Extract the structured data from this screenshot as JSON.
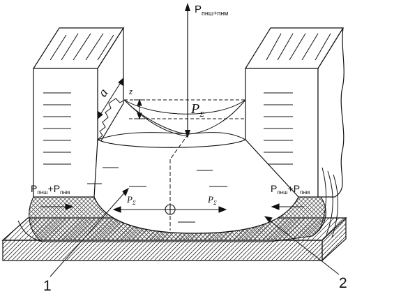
{
  "force_top": {
    "main": "P",
    "sub": "пнш+пнм"
  },
  "p_sigma_center": {
    "main": "P",
    "sub": "Σ"
  },
  "p_sigma_left": {
    "main": "P",
    "sub": "Σ"
  },
  "p_sigma_right": {
    "main": "P",
    "sub": "Σ"
  },
  "force_left": {
    "p1": "P",
    "s1": "пнш",
    "plus": "+",
    "p2": "P",
    "s2": "пнм"
  },
  "force_right": {
    "p1": "P",
    "s1": "пнш",
    "plus": "+",
    "p2": "P",
    "s2": "пнм"
  },
  "dim_a": "a",
  "dim_z": "z",
  "callout_1": "1",
  "callout_2": "2"
}
